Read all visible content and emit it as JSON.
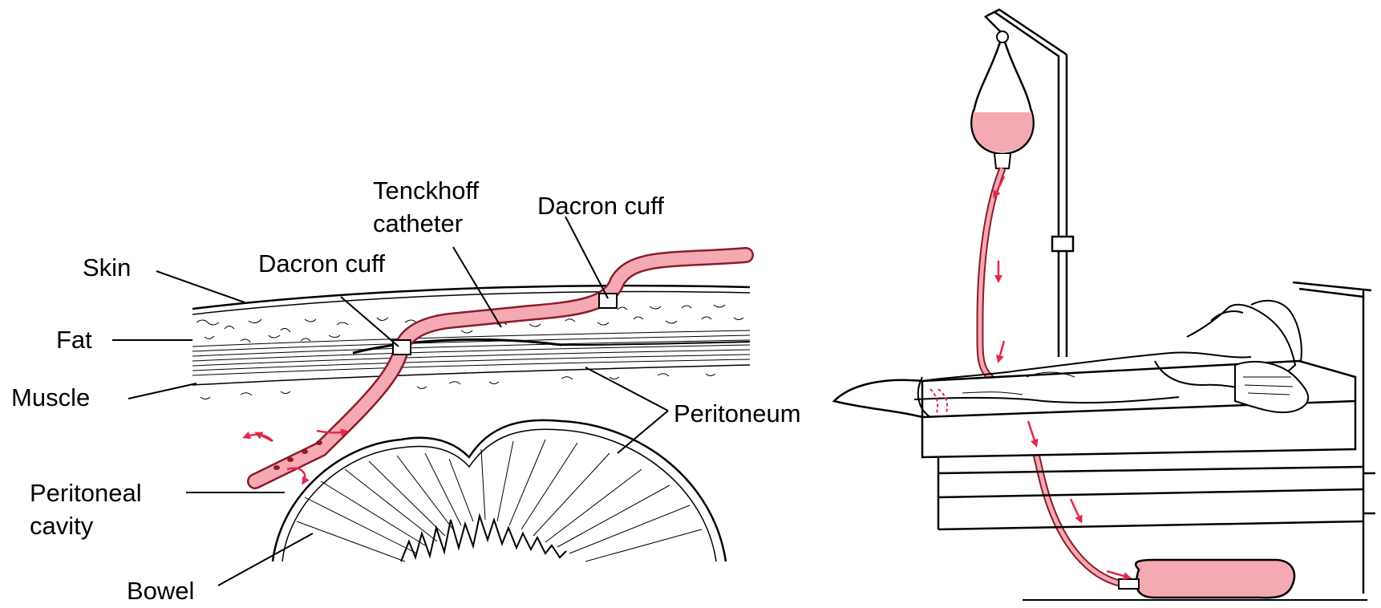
{
  "labels": {
    "tenckhoff_line1": "Tenckhoff",
    "tenckhoff_line2": "catheter",
    "dacron_cuff_upper": "Dacron cuff",
    "dacron_cuff_lower": "Dacron cuff",
    "skin": "Skin",
    "fat": "Fat",
    "muscle": "Muscle",
    "peritoneum": "Peritoneum",
    "peritoneal_line1": "Peritoneal",
    "peritoneal_line2": "cavity",
    "bowel": "Bowel"
  },
  "colors": {
    "catheter_fill": "#f4a9b3",
    "catheter_outline": "#8a1c2c",
    "arrow": "#e4284a",
    "ink": "#000000",
    "background": "#ffffff"
  },
  "dialysate_bag_fill_fraction": 0.55
}
